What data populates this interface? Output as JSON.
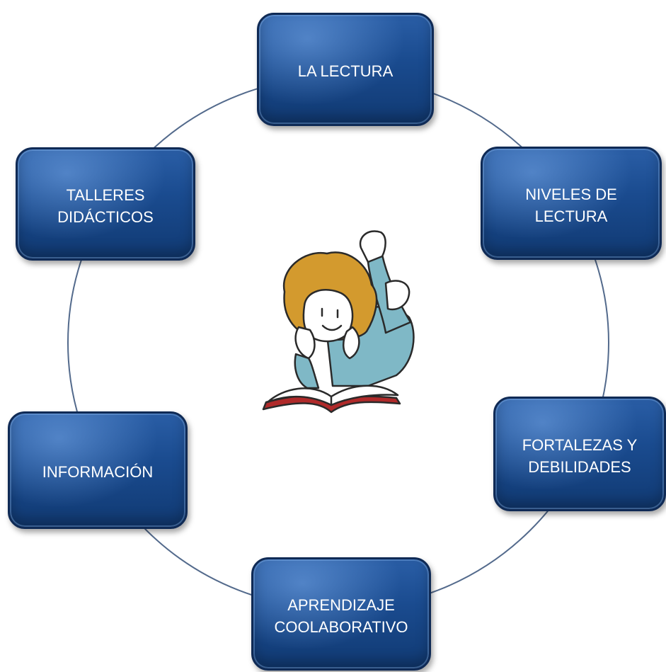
{
  "diagram": {
    "center_image": "child-reading-book-illustration",
    "connector_color": "#536a8c",
    "box_color": "#1a4b8f",
    "nodes": [
      {
        "id": "la-lectura",
        "label": "LA LECTURA"
      },
      {
        "id": "niveles",
        "label": "NIVELES DE\nLECTURA"
      },
      {
        "id": "fortalezas",
        "label": "FORTALEZAS Y\nDEBILIDADES"
      },
      {
        "id": "aprendizaje",
        "label": "APRENDIZAJE\nCOOLABORATIVO"
      },
      {
        "id": "informacion",
        "label": "INFORMACIÓN"
      },
      {
        "id": "talleres",
        "label": "TALLERES\nDIDÁCTICOS"
      }
    ]
  }
}
